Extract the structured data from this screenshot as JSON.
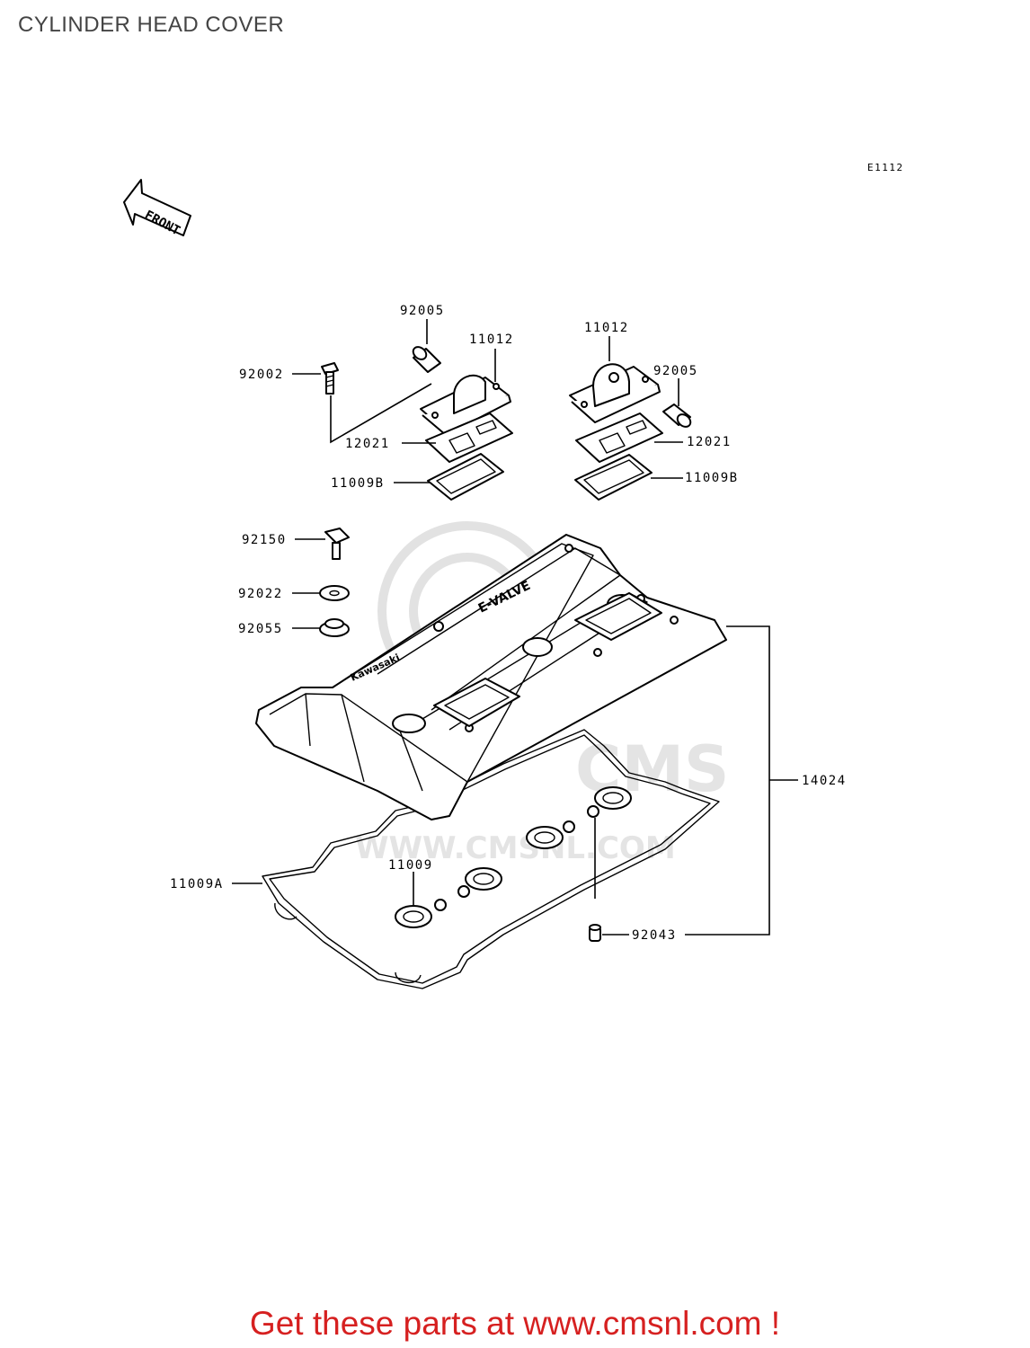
{
  "page_title": "CYLINDER HEAD COVER",
  "diagram_code": "E1112",
  "front_indicator": "FRONT",
  "watermark": {
    "logo_text": "CMS",
    "url_text": "WWW.CMSNL.COM"
  },
  "part_labels": {
    "p92005_left": "92005",
    "p11012_left": "11012",
    "p92002": "92002",
    "p12021_left": "12021",
    "p11009B_left": "11009B",
    "p11012_right": "11012",
    "p92005_right": "92005",
    "p12021_right": "12021",
    "p11009B_right": "11009B",
    "p92150": "92150",
    "p92022": "92022",
    "p92055": "92055",
    "p14024": "14024",
    "p11009": "11009",
    "p11009A": "11009A",
    "p92043": "92043"
  },
  "cover_markings": {
    "brand": "Kawasaki",
    "tech": "E-VALVE"
  },
  "footer": {
    "text": "Get these parts at www.cmsnl.com !",
    "color": "#d62020"
  }
}
